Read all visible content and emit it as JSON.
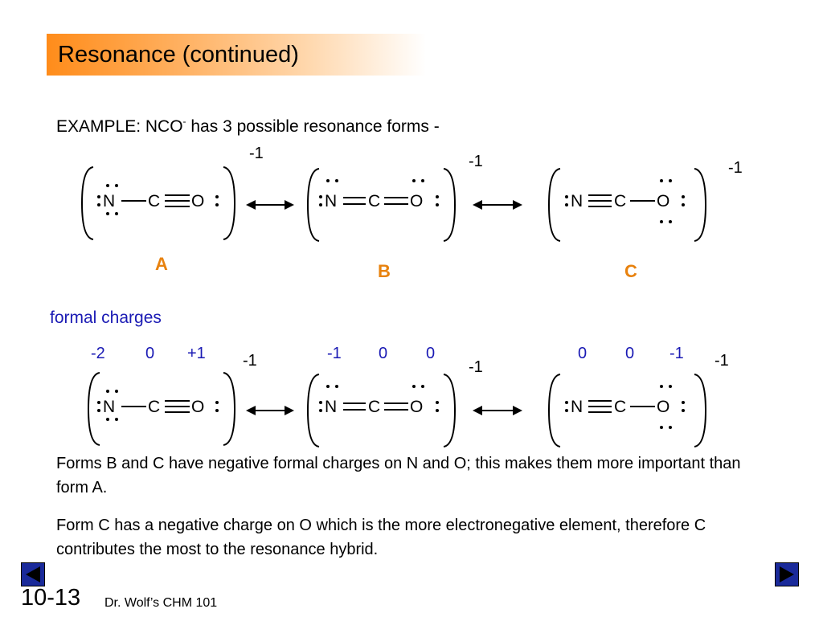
{
  "header": {
    "title": "Resonance (continued)"
  },
  "intro": {
    "prefix": "EXAMPLE:  NCO",
    "superscript": "-",
    "suffix": " has 3 possible resonance forms -"
  },
  "atoms": {
    "n": "N",
    "c": "C",
    "o": "O"
  },
  "top_row": {
    "charges": [
      "-1",
      "-1",
      "-1"
    ],
    "labels": [
      "A",
      "B",
      "C"
    ]
  },
  "formal_charges": {
    "heading": "formal charges",
    "structure_a": [
      "-2",
      "0",
      "+1"
    ],
    "structure_b": [
      "-1",
      "0",
      "0"
    ],
    "structure_c": [
      "0",
      "0",
      "-1"
    ],
    "overall": [
      "-1",
      "-1",
      "-1"
    ]
  },
  "paragraphs": {
    "p1": "Forms B and C have negative formal charges on N and O;  this makes them more important than form A.",
    "p2": "Form C has a negative charge on O which is the more electronegative element, therefore C contributes the most to the resonance hybrid."
  },
  "footer": {
    "slide_number": "10-13",
    "course": "Dr. Wolf’s CHM 101"
  },
  "navigation": {
    "prev_icon": "triangle-left-icon",
    "next_icon": "triangle-right-icon"
  },
  "colors": {
    "title_gradient_start": "#ff8c1a",
    "label_orange": "#e8820e",
    "formal_charge_blue": "#1a1ab4",
    "nav_blue": "#1a2a9a"
  }
}
